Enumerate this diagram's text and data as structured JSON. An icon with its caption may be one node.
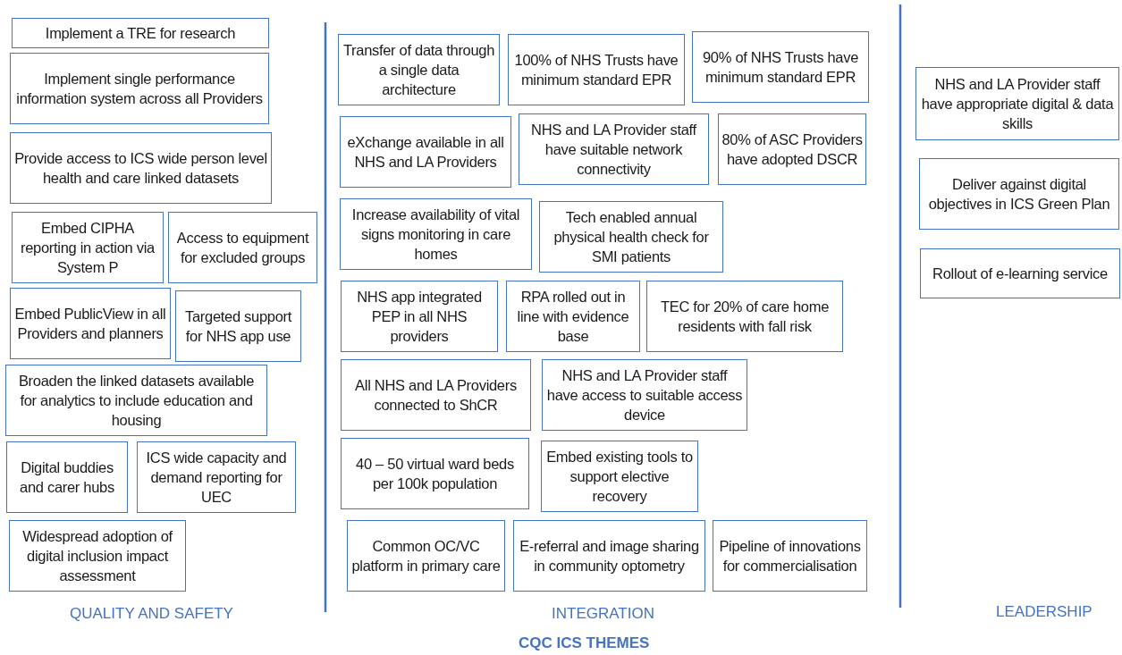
{
  "diagram": {
    "title": "CQC ICS THEMES",
    "nodes": [
      {
        "text": [
          "Implement a TRE for research"
        ]
      },
      {
        "text": [
          "Implement single performance information system across all Providers"
        ]
      },
      {
        "text": [
          "Provide access to ICS wide person level health and care linked datasets"
        ]
      },
      {
        "text": [
          "Embed CIPHA reporting in action via System P"
        ]
      },
      {
        "text": [
          "Access to equipment for excluded groups"
        ]
      },
      {
        "text": [
          "Embed PublicView in all Providers and planners"
        ]
      },
      {
        "text": [
          "Targeted support for NHS app use"
        ]
      },
      {
        "text": [
          "Broaden the linked datasets available for analytics to include education and housing"
        ]
      },
      {
        "text": [
          "Digital buddies and carer hubs"
        ]
      },
      {
        "text": [
          "ICS wide capacity and demand reporting for UEC"
        ]
      },
      {
        "text": [
          "Widespread adoption of digital inclusion impact assessment"
        ]
      },
      {
        "text": [
          "Transfer of data through a single data architecture"
        ]
      },
      {
        "text": [
          "100% of NHS Trusts have minimum standard EPR"
        ]
      },
      {
        "text": [
          "90% of NHS Trusts have minimum standard EPR"
        ]
      },
      {
        "text": [
          "eXchange available in all NHS and LA Providers"
        ]
      },
      {
        "text": [
          "NHS and LA Provider staff have suitable network connectivity"
        ]
      },
      {
        "text": [
          "80% of ASC Providers have adopted DSCR"
        ]
      },
      {
        "text": [
          "Increase availability of vital signs monitoring in care homes"
        ]
      },
      {
        "text": [
          "Tech enabled annual physical health check for SMI patients"
        ]
      },
      {
        "text": [
          "NHS app integrated PEP in all NHS providers"
        ]
      },
      {
        "text": [
          "RPA rolled out in line with evidence base"
        ]
      },
      {
        "text": [
          "TEC for 20% of care home residents with fall risk"
        ]
      },
      {
        "text": [
          "All NHS and LA Providers connected to ShCR"
        ]
      },
      {
        "text": [
          "NHS and LA Provider staff have access to suitable access device"
        ]
      },
      {
        "text": [
          "40 – 50 virtual ward beds per 100k population"
        ]
      },
      {
        "text": [
          "Embed existing tools to support elective recovery"
        ]
      },
      {
        "text": [
          "Common OC/VC platform in primary care"
        ]
      },
      {
        "text": [
          "E-referral and image sharing in community optometry"
        ]
      },
      {
        "text": [
          "Pipeline of innovations for commercialisation"
        ]
      },
      {
        "text": [
          "NHS and LA Provider staff have appropriate digital & data skills"
        ]
      },
      {
        "text": [
          "Deliver against digital objectives in ICS Green Plan"
        ]
      },
      {
        "text": [
          "Rollout of e-learning service"
        ]
      }
    ],
    "labels": [
      "QUALITY AND SAFETY",
      "INTEGRATION",
      "LEADERSHIP"
    ]
  }
}
